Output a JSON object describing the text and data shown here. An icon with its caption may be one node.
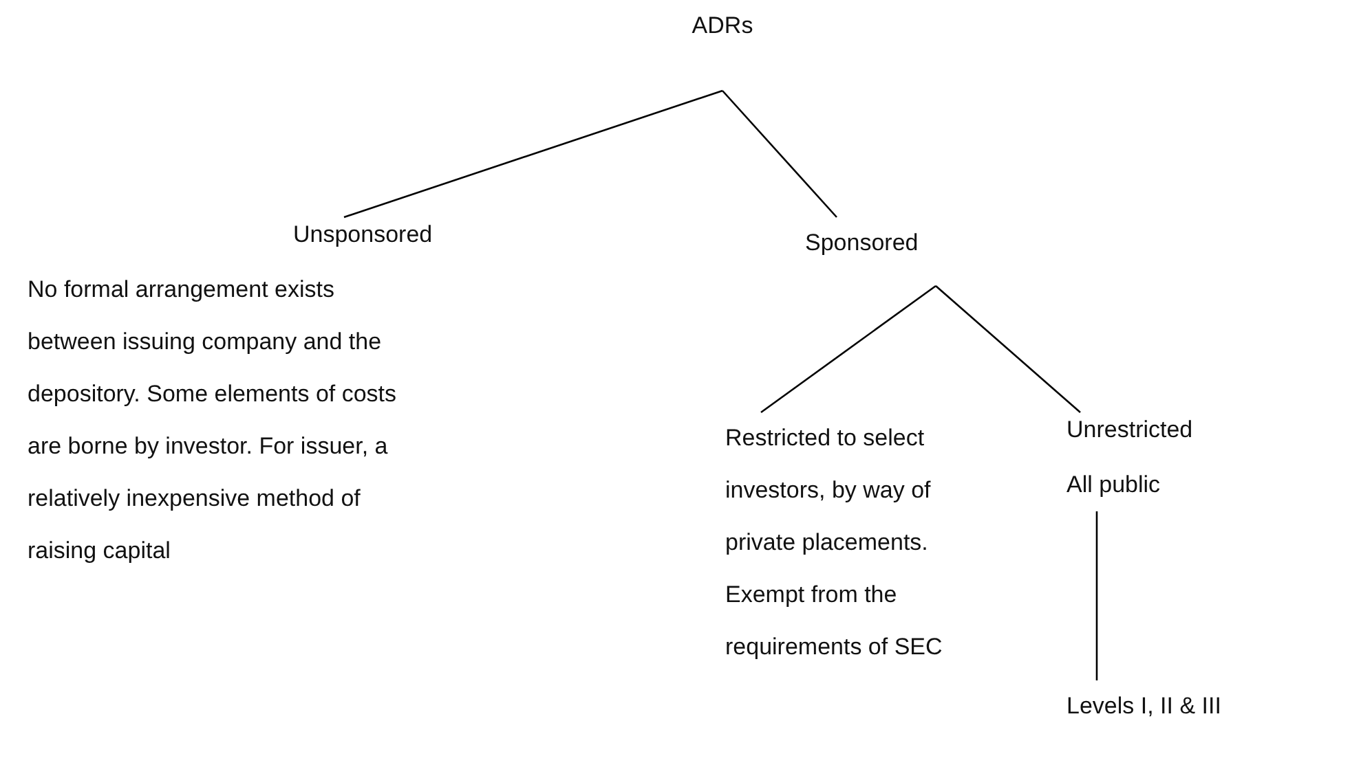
{
  "diagram": {
    "nodes": [
      {
        "text": [
          "ADRs"
        ]
      },
      {
        "text": [
          "Unsponsored",
          "No formal arrangement exists between issuing company and the depository. Some elements of costs are borne by investor. For issuer, a relatively inexpensive method of raising capital"
        ]
      },
      {
        "text": [
          "Sponsored"
        ]
      },
      {
        "text": [
          "Restricted to select investors, by way of private placements. Exempt from the requirements of SEC"
        ]
      },
      {
        "text": [
          "Unrestricted",
          "All public"
        ]
      },
      {
        "text": [
          "Levels I, II & III"
        ]
      }
    ],
    "edges": [
      {
        "from": 0,
        "to": 1,
        "arrow": "none"
      },
      {
        "from": 0,
        "to": 2,
        "arrow": "none"
      },
      {
        "from": 2,
        "to": 3,
        "arrow": "none"
      },
      {
        "from": 2,
        "to": 4,
        "arrow": "none"
      },
      {
        "from": 4,
        "to": 5,
        "arrow": "none"
      }
    ]
  }
}
